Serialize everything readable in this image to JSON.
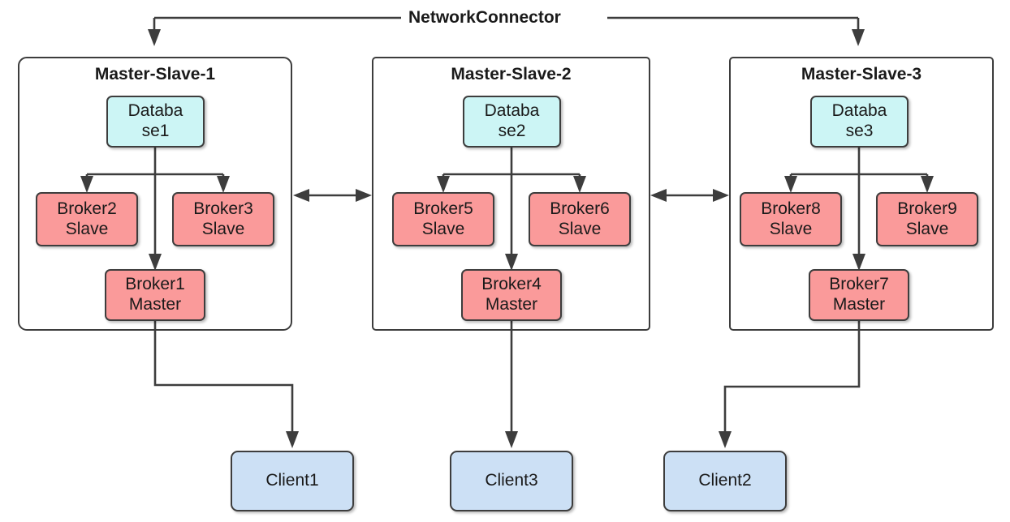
{
  "diagram": {
    "title": "NetworkConnector",
    "network_connector_label": "NetworkConnector",
    "colors": {
      "database_fill": "#ccf5f5",
      "broker_fill": "#fa9a9a",
      "client_fill": "#cce0f5",
      "stroke": "#3d3d3d",
      "background": "#ffffff",
      "text": "#1a1a1a"
    },
    "groups": [
      {
        "id": "master-slave-1",
        "title": "Master-Slave-1",
        "database": {
          "id": "database1",
          "line1": "Databa",
          "line2": "se1"
        },
        "slaves": [
          {
            "id": "broker2",
            "line1": "Broker2",
            "line2": "Slave"
          },
          {
            "id": "broker3",
            "line1": "Broker3",
            "line2": "Slave"
          }
        ],
        "master": {
          "id": "broker1",
          "line1": "Broker1",
          "line2": "Master"
        }
      },
      {
        "id": "master-slave-2",
        "title": "Master-Slave-2",
        "database": {
          "id": "database2",
          "line1": "Databa",
          "line2": "se2"
        },
        "slaves": [
          {
            "id": "broker5",
            "line1": "Broker5",
            "line2": "Slave"
          },
          {
            "id": "broker6",
            "line1": "Broker6",
            "line2": "Slave"
          }
        ],
        "master": {
          "id": "broker4",
          "line1": "Broker4",
          "line2": "Master"
        }
      },
      {
        "id": "master-slave-3",
        "title": "Master-Slave-3",
        "database": {
          "id": "database3",
          "line1": "Databa",
          "line2": "se3"
        },
        "slaves": [
          {
            "id": "broker8",
            "line1": "Broker8",
            "line2": "Slave"
          },
          {
            "id": "broker9",
            "line1": "Broker9",
            "line2": "Slave"
          }
        ],
        "master": {
          "id": "broker7",
          "line1": "Broker7",
          "line2": "Master"
        }
      }
    ],
    "clients": [
      {
        "id": "client1",
        "label": "Client1",
        "from": "broker1"
      },
      {
        "id": "client3",
        "label": "Client3",
        "from": "broker4"
      },
      {
        "id": "client2",
        "label": "Client2",
        "from": "broker7"
      }
    ],
    "connections": [
      {
        "from": "network-connector",
        "to": "master-slave-1",
        "type": "arrow"
      },
      {
        "from": "network-connector",
        "to": "master-slave-3",
        "type": "arrow"
      },
      {
        "from": "master-slave-1",
        "to": "master-slave-2",
        "type": "bidirectional"
      },
      {
        "from": "master-slave-2",
        "to": "master-slave-3",
        "type": "bidirectional"
      },
      {
        "from": "database1",
        "to": "broker2",
        "type": "arrow"
      },
      {
        "from": "database1",
        "to": "broker3",
        "type": "arrow"
      },
      {
        "from": "database1",
        "to": "broker1",
        "type": "arrow"
      },
      {
        "from": "database2",
        "to": "broker5",
        "type": "arrow"
      },
      {
        "from": "database2",
        "to": "broker6",
        "type": "arrow"
      },
      {
        "from": "database2",
        "to": "broker4",
        "type": "arrow"
      },
      {
        "from": "database3",
        "to": "broker8",
        "type": "arrow"
      },
      {
        "from": "database3",
        "to": "broker9",
        "type": "arrow"
      },
      {
        "from": "database3",
        "to": "broker7",
        "type": "arrow"
      },
      {
        "from": "broker1",
        "to": "client1",
        "type": "arrow"
      },
      {
        "from": "broker4",
        "to": "client3",
        "type": "arrow"
      },
      {
        "from": "broker7",
        "to": "client2",
        "type": "arrow"
      }
    ]
  }
}
